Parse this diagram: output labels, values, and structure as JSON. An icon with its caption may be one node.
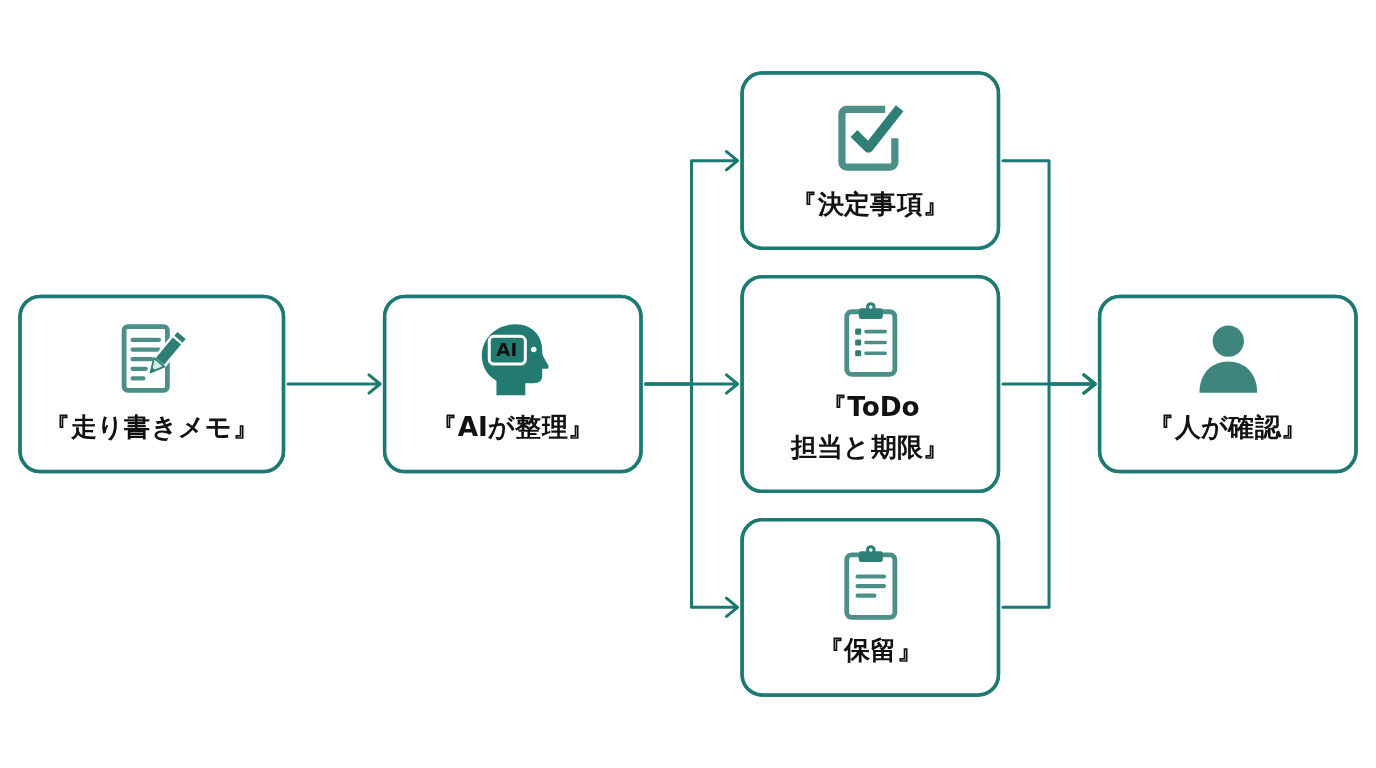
{
  "diagram": {
    "nodes": [
      {
        "text": [
          "『走り書きメモ』"
        ]
      },
      {
        "text": [
          "AI",
          "『AIが整理』"
        ]
      },
      {
        "text": [
          "『決定事項』"
        ]
      },
      {
        "text": [
          "『ToDo 担当と期限』"
        ]
      },
      {
        "text": [
          "『保留』"
        ]
      },
      {
        "text": [
          "『人が確認』"
        ]
      }
    ],
    "edges": [
      {
        "from": 0,
        "to": 1,
        "arrow": "to"
      },
      {
        "from": 1,
        "to": 2,
        "arrow": "to"
      },
      {
        "from": 1,
        "to": 3,
        "arrow": "to"
      },
      {
        "from": 1,
        "to": 4,
        "arrow": "to"
      },
      {
        "from": 2,
        "to": 5,
        "arrow": "to"
      },
      {
        "from": 3,
        "to": 5,
        "arrow": "to"
      },
      {
        "from": 4,
        "to": 5,
        "arrow": "to"
      }
    ]
  }
}
